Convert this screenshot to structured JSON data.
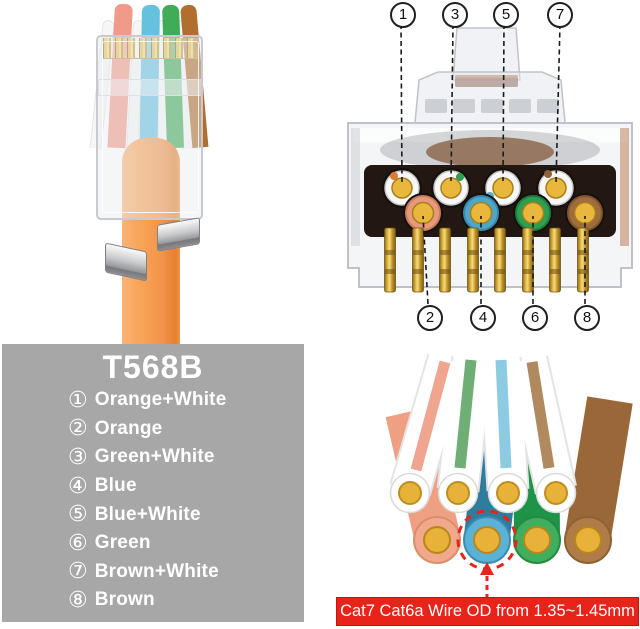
{
  "legend": {
    "title": "T568B",
    "items": [
      {
        "num": "①",
        "label": "Orange+White"
      },
      {
        "num": "②",
        "label": "Orange"
      },
      {
        "num": "③",
        "label": "Green+White"
      },
      {
        "num": "④",
        "label": "Blue"
      },
      {
        "num": "⑤",
        "label": "Blue+White"
      },
      {
        "num": "⑥",
        "label": "Green"
      },
      {
        "num": "⑦",
        "label": "Brown+White"
      },
      {
        "num": "⑧",
        "label": "Brown"
      }
    ]
  },
  "connector_callouts": {
    "top": [
      "1",
      "3",
      "5",
      "7"
    ],
    "bottom": [
      "2",
      "4",
      "6",
      "8"
    ]
  },
  "note": {
    "text": "Cat7 Cat6a Wire OD from 1.35~1.45mm"
  },
  "colors": {
    "accent_red": "#E8231A",
    "legend_bg": "#A7A7A7",
    "cable_orange": "#F29A4E",
    "wire_orange": "#EF9C82",
    "wire_blue": "#4FA6C9",
    "wire_green": "#2E9E51",
    "wire_brown": "#9E6C3D",
    "copper_gold": "#E7B13A"
  }
}
